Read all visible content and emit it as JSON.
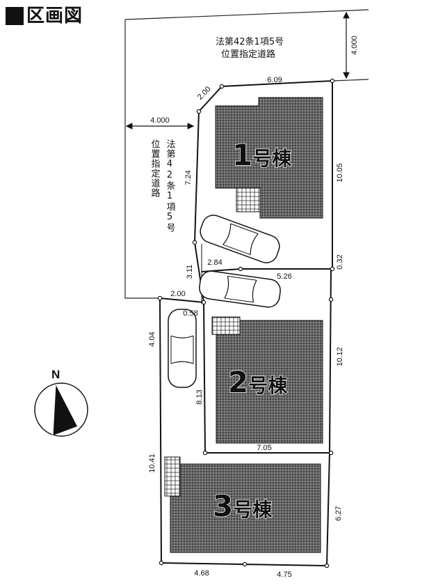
{
  "heading": {
    "text": "区画図"
  },
  "road_top": {
    "line1": "法第42条1項5号",
    "line2": "位置指定道路",
    "width": "4.000"
  },
  "road_left": {
    "line1": "法第42条1項5号",
    "line2": "位置指定道路",
    "width": "4.000"
  },
  "buildings": {
    "b1": {
      "num": "1",
      "suffix": "号棟"
    },
    "b2": {
      "num": "2",
      "suffix": "号棟"
    },
    "b3": {
      "num": "3",
      "suffix": "号棟"
    }
  },
  "dimensions": {
    "lot1_corner": "2.00",
    "lot1_top": "6.09",
    "lot1_left": "7.24",
    "lot1_right": "10.05",
    "drive_width": "3.11",
    "lot2_top_left": "2.84",
    "lot2_top": "5.26",
    "lot2_offset": "0.32",
    "lot3_entry": "2.00",
    "entry_offset": "0.58",
    "lot3_upper_left": "4.04",
    "lot2_left": "8.13",
    "lot2_right": "10.12",
    "lot2_bottom": "7.05",
    "lot3_left": "10.41",
    "lot3_right": "6.27",
    "lot3_bottom_left": "4.68",
    "lot3_bottom_right": "4.75"
  },
  "compass": {
    "north": "N"
  }
}
